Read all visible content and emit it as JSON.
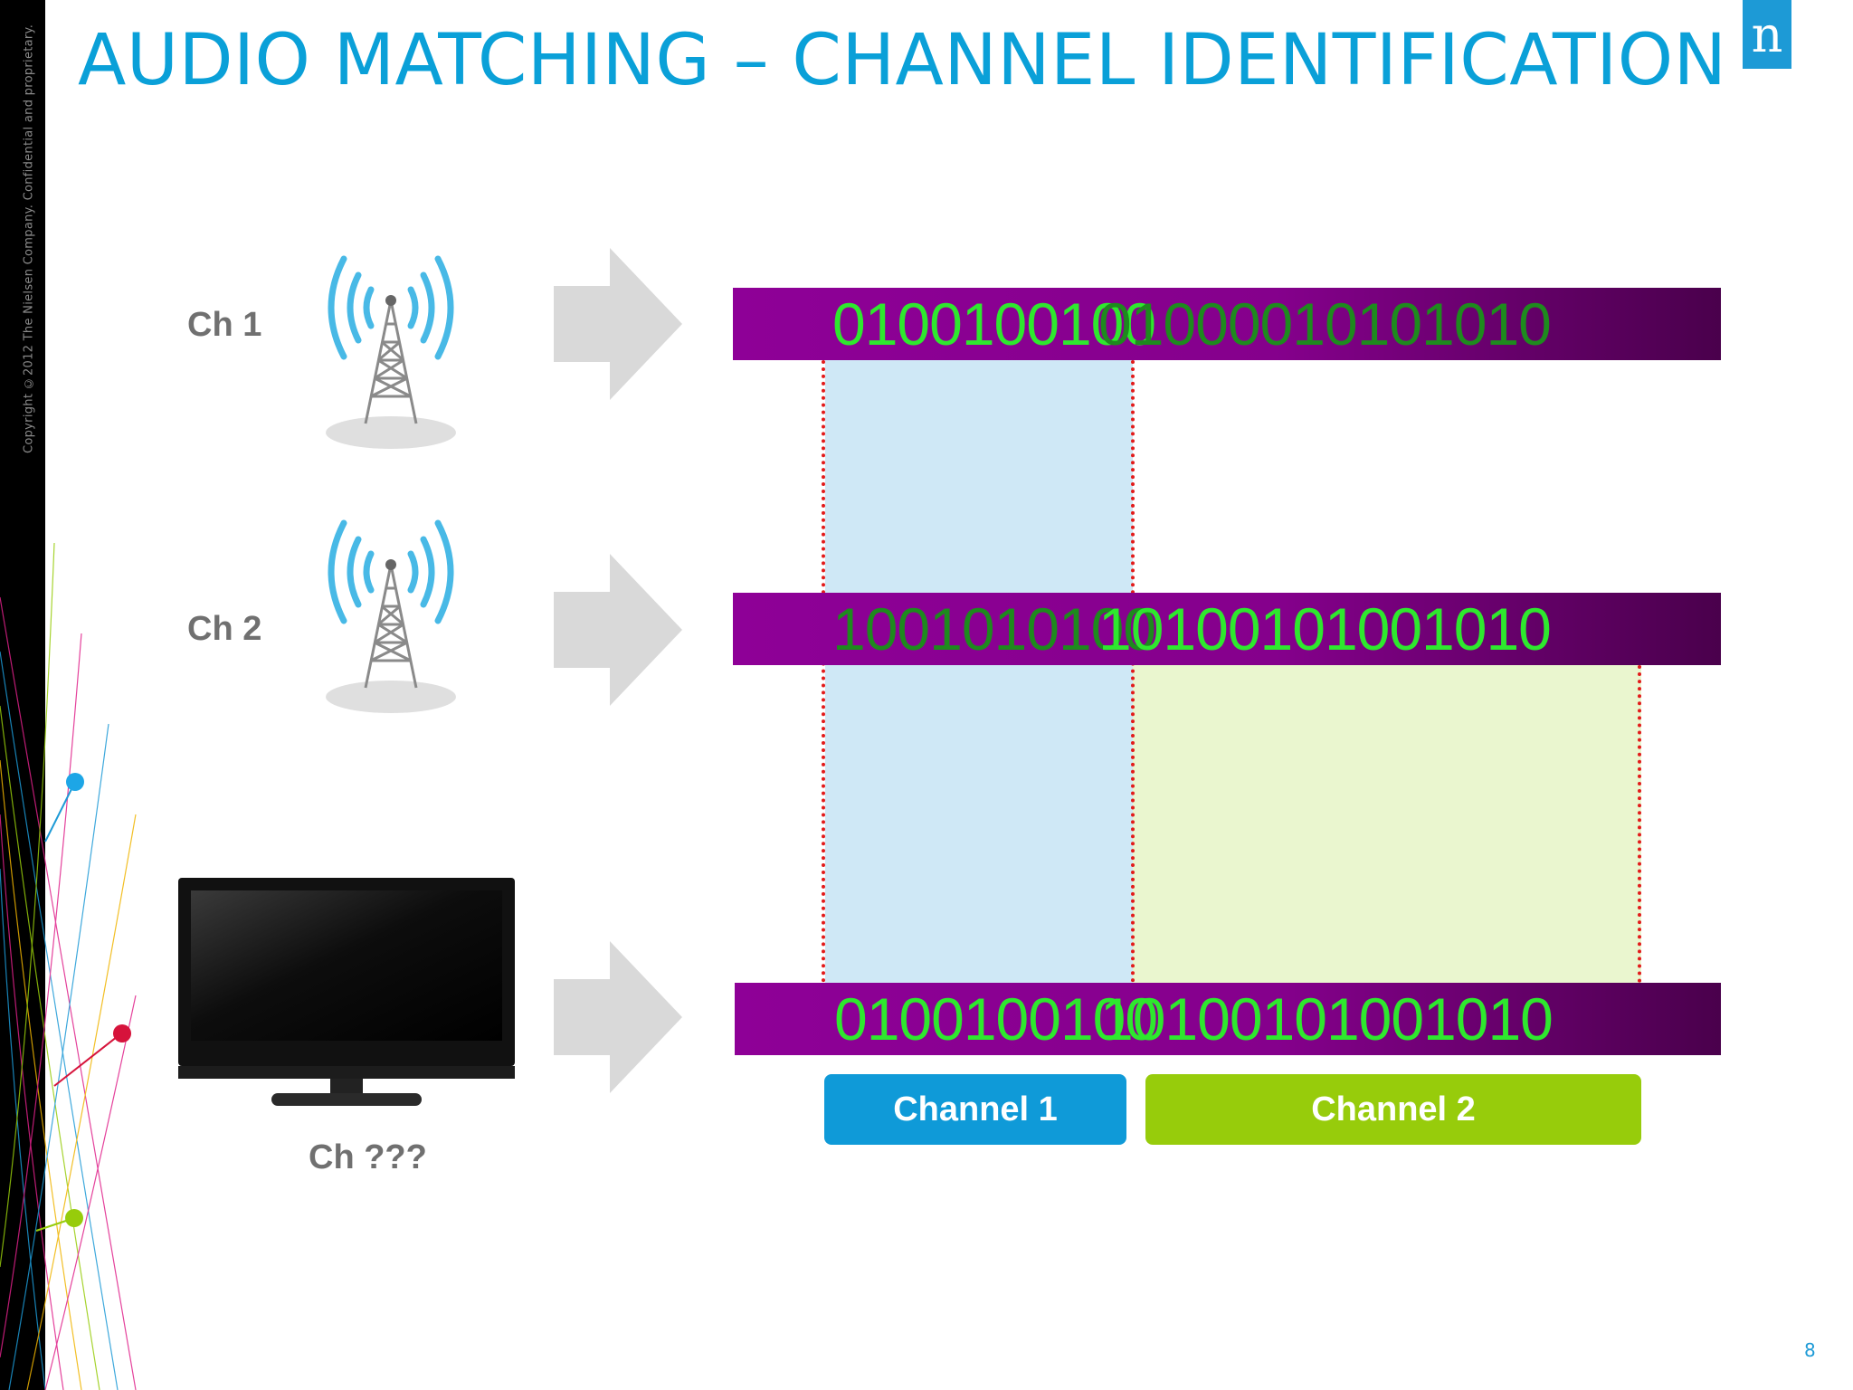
{
  "slide": {
    "title": "AUDIO MATCHING – CHANNEL IDENTIFICATION",
    "copyright": "Copyright ©2012 The Nielsen Company. Confidential and proprietary.",
    "logo_letter": "n",
    "page_number": "8"
  },
  "sources": [
    {
      "label": "Ch 1",
      "icon": "broadcast-tower-icon"
    },
    {
      "label": "Ch 2",
      "icon": "broadcast-tower-icon"
    },
    {
      "label": "Ch ???",
      "icon": "television-icon"
    }
  ],
  "bitstreams": {
    "ch1": {
      "part_a": "0100100100",
      "part_b": "01000010101010"
    },
    "ch2": {
      "part_a": "1001010100",
      "part_b": "10100101001010"
    },
    "unknown": {
      "part_a": "0100100100",
      "part_b": "10100101001010"
    }
  },
  "legend": {
    "channel1": "Channel 1",
    "channel2": "Channel 2"
  },
  "colors": {
    "title": "#0aa0d8",
    "bar": "#8e0097",
    "bits_bright": "#2ee82e",
    "bits_dim": "#1e8a1e",
    "channel1": "#0f9ad8",
    "channel2": "#97cc0b",
    "zone1": "#cfe8f6",
    "zone2": "#eaf6cf",
    "marker": "#e21b1b"
  }
}
